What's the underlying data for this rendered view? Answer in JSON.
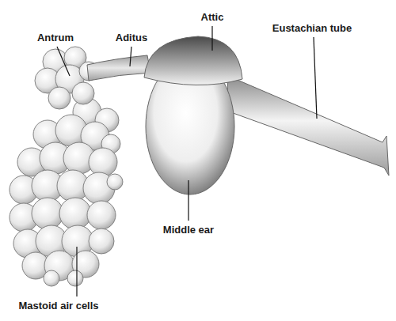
{
  "diagram": {
    "labels": [
      "Antrum",
      "Aditus",
      "Attic",
      "Eustachian tube",
      "Middle ear",
      "Mastoid air cells"
    ]
  }
}
